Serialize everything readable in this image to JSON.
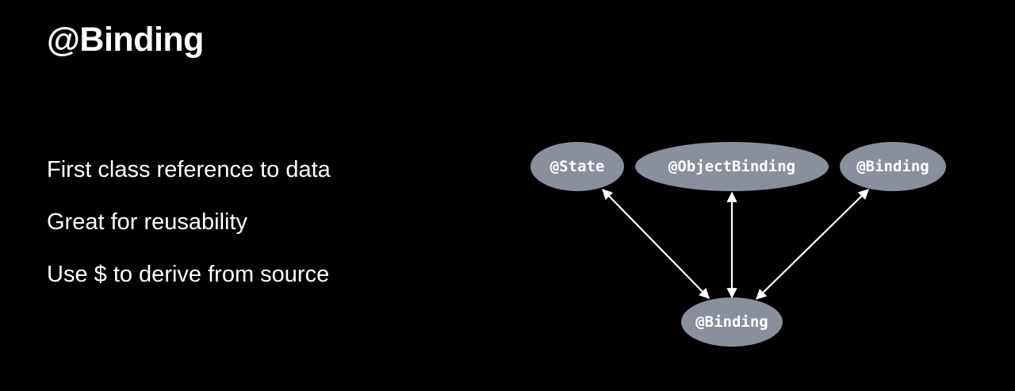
{
  "slide": {
    "title": "@Binding",
    "bullets": [
      "First class reference to data",
      "Great for reusability",
      "Use $ to derive from source"
    ]
  },
  "diagram": {
    "nodes": {
      "state": "@State",
      "object_binding": "@ObjectBinding",
      "binding_top": "@Binding",
      "binding_bottom": "@Binding"
    },
    "edges": [
      {
        "from": "state",
        "to": "binding_bottom",
        "bidirectional": true
      },
      {
        "from": "object_binding",
        "to": "binding_bottom",
        "bidirectional": true
      },
      {
        "from": "binding_top",
        "to": "binding_bottom",
        "bidirectional": true
      }
    ],
    "colors": {
      "background": "#000000",
      "node_fill": "#8a8f9c",
      "text": "#ffffff",
      "arrow": "#ffffff"
    }
  }
}
